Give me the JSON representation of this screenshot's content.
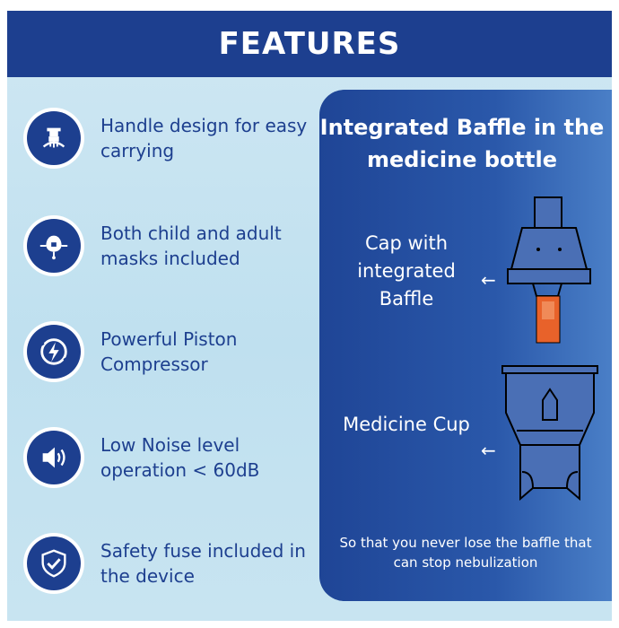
{
  "header": {
    "title": "FEATURES"
  },
  "features": [
    {
      "icon": "handle-icon",
      "text": "Handle design for easy carrying"
    },
    {
      "icon": "mask-icon",
      "text": "Both child and adult masks included"
    },
    {
      "icon": "lightning-icon",
      "text": "Powerful Piston Compressor"
    },
    {
      "icon": "speaker-icon",
      "text": "Low Noise level operation < 60dB"
    },
    {
      "icon": "shield-check-icon",
      "text": "Safety fuse included in the device"
    }
  ],
  "panel": {
    "title": "Integrated Baffle in the medicine bottle",
    "cap_label": "Cap with integrated Baffle",
    "cup_label": "Medicine Cup",
    "note": "So that you never lose the baffle that can stop nebulization",
    "arrow": "←"
  },
  "colors": {
    "brand_blue": "#1d3f8f",
    "background": "#c8e4f1",
    "baffle_orange": "#e8622a"
  }
}
